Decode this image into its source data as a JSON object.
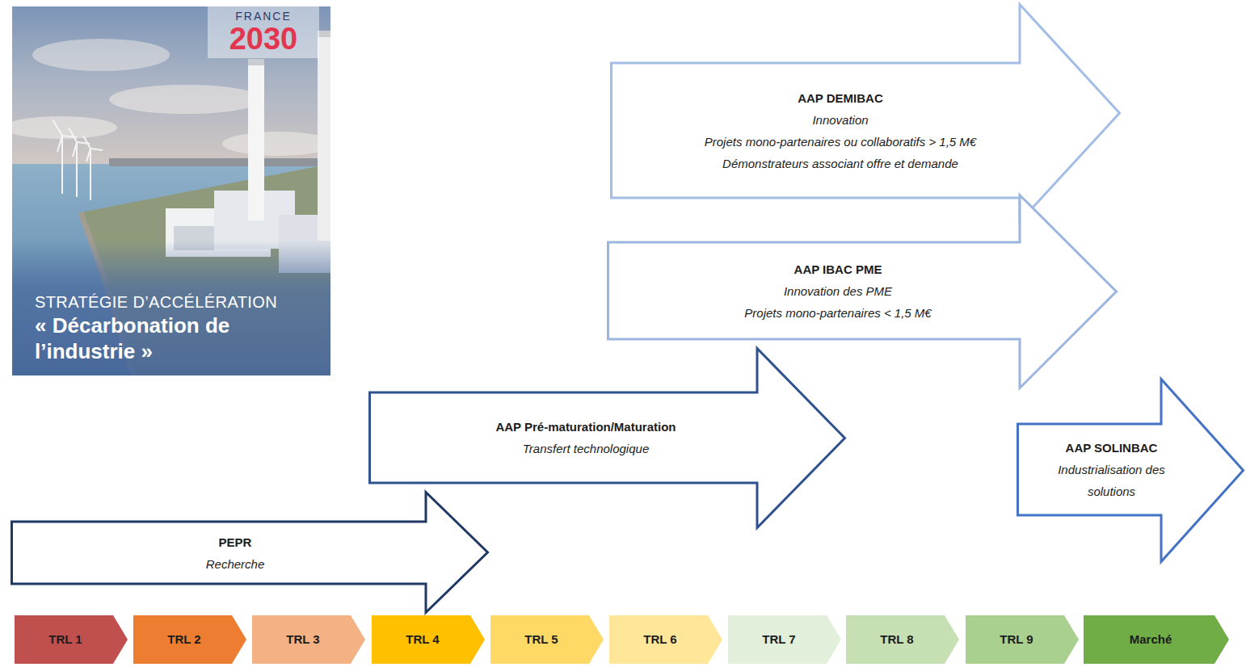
{
  "diagram": {
    "nodes": [
      {
        "text": [
          "STRATÉGIE D’ACCÉLÉRATION",
          "« Décarbonation de l’industrie »"
        ]
      },
      {
        "text": [
          "FRANCE",
          "2030"
        ],
        "in": 0
      },
      {
        "text": [
          "AAP DEMIBAC",
          "Innovation",
          "Projets mono-partenaires ou collaboratifs > 1,5 M€",
          "Démonstrateurs associant offre et demande"
        ]
      },
      {
        "text": [
          "AAP IBAC PME",
          "Innovation des PME",
          "Projets mono-partenaires < 1,5 M€"
        ]
      },
      {
        "text": [
          "AAP Pré-maturation/Maturation",
          "Transfert technologique"
        ]
      },
      {
        "text": [
          "AAP SOLINBAC",
          "Industrialisation des solutions"
        ]
      },
      {
        "text": [
          "PEPR",
          "Recherche"
        ]
      },
      {
        "text": [
          "TRL 1"
        ]
      },
      {
        "text": [
          "TRL 2"
        ]
      },
      {
        "text": [
          "TRL 3"
        ]
      },
      {
        "text": [
          "TRL 4"
        ]
      },
      {
        "text": [
          "TRL 5"
        ]
      },
      {
        "text": [
          "TRL 6"
        ]
      },
      {
        "text": [
          "TRL 7"
        ]
      },
      {
        "text": [
          "TRL 8"
        ]
      },
      {
        "text": [
          "TRL 9"
        ]
      },
      {
        "text": [
          "Marché"
        ]
      }
    ]
  }
}
